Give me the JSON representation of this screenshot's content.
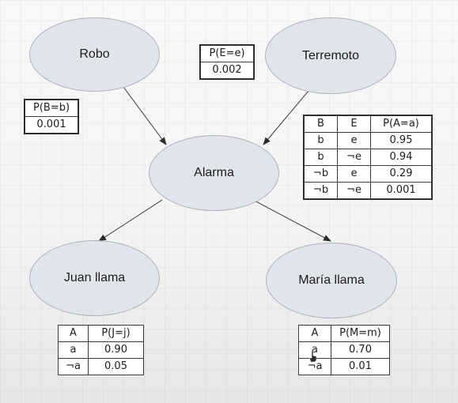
{
  "nodes": {
    "robo": "Robo",
    "terremoto": "Terremoto",
    "alarma": "Alarma",
    "juan": "Juan llama",
    "maria": "María llama"
  },
  "cpt_b": {
    "header": "P(B=b)",
    "value": "0.001"
  },
  "cpt_e": {
    "header": "P(E=e)",
    "value": "0.002"
  },
  "cpt_a": {
    "headers": [
      "B",
      "E",
      "P(A=a)"
    ],
    "rows": [
      [
        "b",
        "e",
        "0.95"
      ],
      [
        "b",
        "¬e",
        "0.94"
      ],
      [
        "¬b",
        "e",
        "0.29"
      ],
      [
        "¬b",
        "¬e",
        "0.001"
      ]
    ]
  },
  "cpt_j": {
    "headers": [
      "A",
      "P(J=j)"
    ],
    "rows": [
      [
        "a",
        "0.90"
      ],
      [
        "¬a",
        "0.05"
      ]
    ]
  },
  "cpt_m": {
    "headers": [
      "A",
      "P(M=m)"
    ],
    "rows": [
      [
        "a",
        "0.70"
      ],
      [
        "¬a",
        "0.01"
      ]
    ]
  }
}
